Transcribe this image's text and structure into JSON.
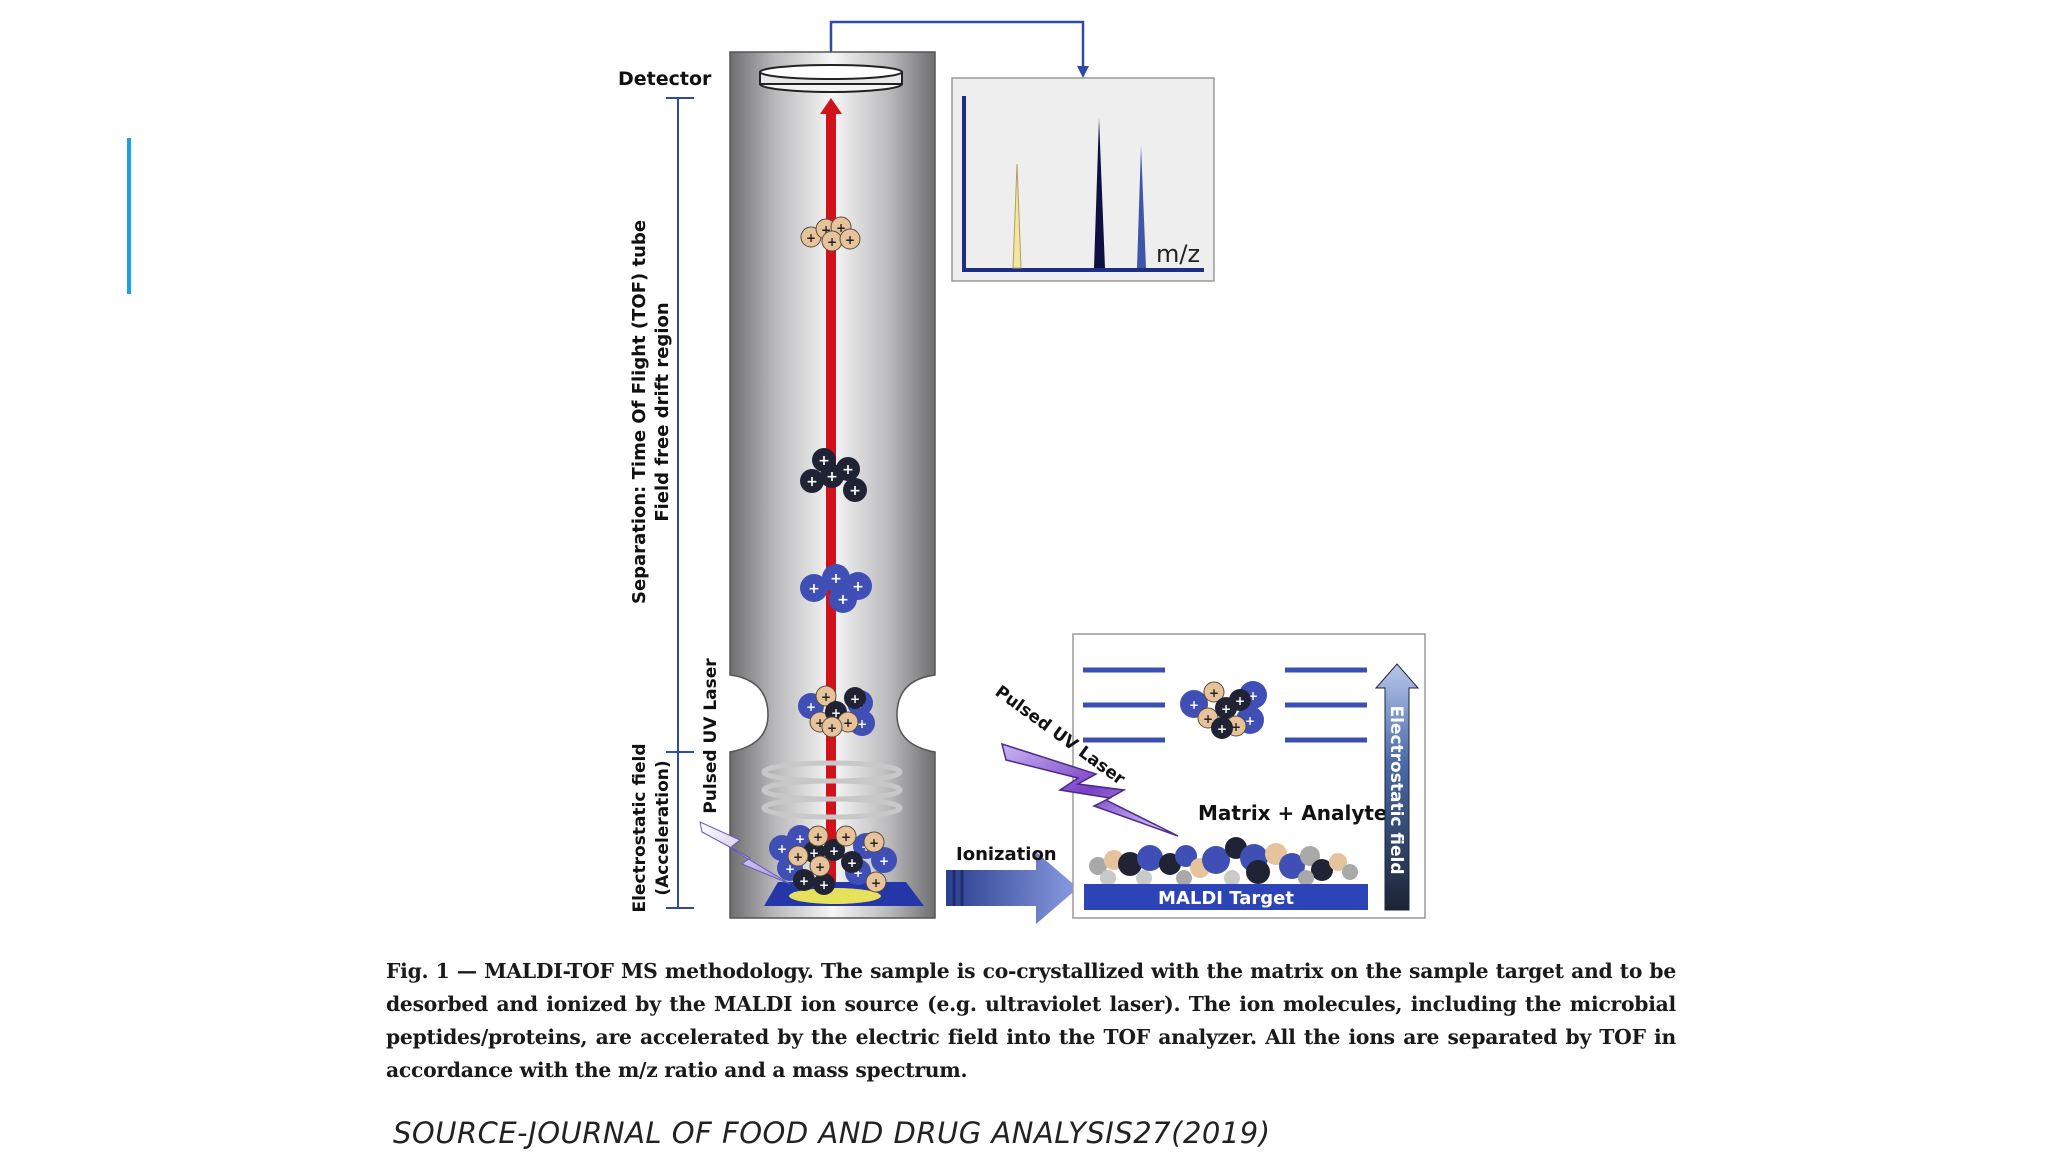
{
  "diagram": {
    "detector_label": "Detector",
    "tof_label": "Separation: Time Of Flight (TOF) tube",
    "drift_label": "Field free drift region",
    "efield_label": "Electrostatic field",
    "accel_label": "(Acceleration)",
    "laser_label": "Pulsed UV Laser",
    "spectrum_axis_label": "m/z",
    "ionization_label": "Ionization",
    "inset_laser_label": "Pulsed UV Laser",
    "matrix_label": "Matrix + Analytes",
    "target_label": "MALDI Target",
    "inset_field_label": "Electrostatic field",
    "colors": {
      "laser_red": "#d1121b",
      "ion_blue": "#3f4fb5",
      "ion_dark": "#1f2333",
      "ion_tan": "#e7c39c",
      "peak_yellow": "#f3e6a0",
      "accent": "#1ba1e2"
    }
  },
  "caption": {
    "fig_label": "Fig. 1",
    "dash": " — ",
    "text": "MALDI-TOF MS methodology. The sample is co-crystallized with the matrix on the sample target and to be desorbed and ionized by the MALDI ion source (e.g. ultraviolet laser). The ion molecules, including the microbial peptides/proteins, are accelerated by the electric field into the TOF analyzer. All the ions are separated by TOF in accordance with the m/z ratio and a mass spectrum."
  },
  "source": "SOURCE-JOURNAL OF FOOD AND DRUG ANALYSIS27(2019)"
}
